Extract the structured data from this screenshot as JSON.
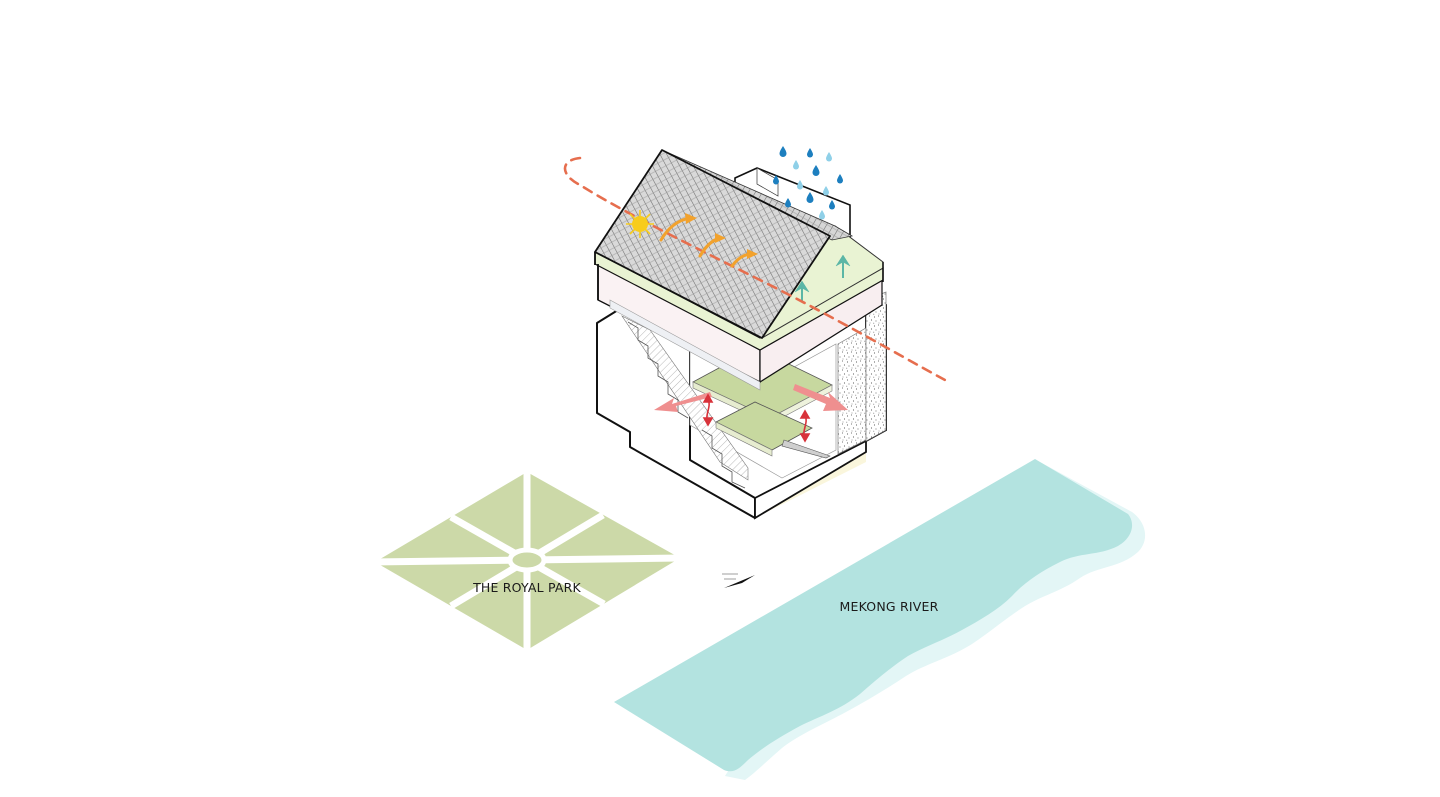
{
  "labels": {
    "park": "THE ROYAL PARK",
    "river": "MEKONG RIVER"
  },
  "icons": {
    "sun": "sun-icon",
    "rain": "rain-drops-icon",
    "north": "north-arrow-icon",
    "sun_path": "sun-path-dashed-arc",
    "heat": "heat-radiation-arrows",
    "air_up": "ventilation-up-arrows",
    "air_out": "cross-ventilation-arrows",
    "air_circulation": "vertical-air-circulation-arrows"
  },
  "colors": {
    "sun_path": "#e66e4e",
    "sun": "#f7cc1c",
    "heat_arrow": "#f2a22d",
    "rain_dark": "#1d7fbf",
    "rain_light": "#8fd0e8",
    "park_green": "#ccd9a8",
    "river": "#b3e3e0",
    "river_foam": "#e3f6f6",
    "roof_green": "#e9f3d3",
    "wall_pink": "#faf2f3",
    "slab_green": "#c7d89f",
    "vent_teal": "#5bb6a6",
    "vent_pink": "#ef8f8f",
    "circulation_red": "#d8323a"
  }
}
